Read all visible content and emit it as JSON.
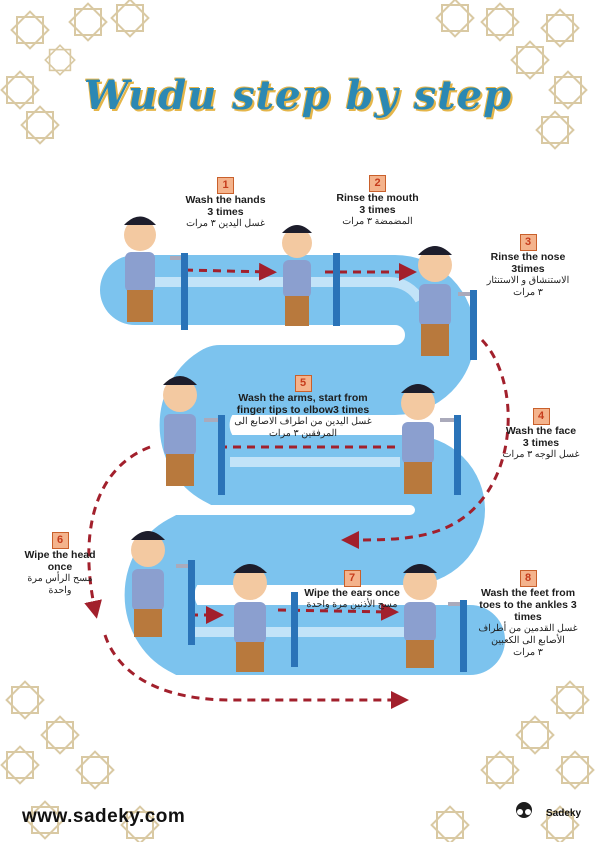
{
  "title": "Wudu step by step",
  "website": "www.sadeky.com",
  "logo_text": "Sadeky",
  "colors": {
    "path": "#7cc3ee",
    "path_light": "#dff1fc",
    "arrows": "#a2202c",
    "title": "#2b88b3",
    "title_outline": "#e5b64a",
    "badge": "#f4b38c",
    "ornament": "#d9c9a3"
  },
  "steps": [
    {
      "number": "1",
      "en": [
        "Wash the hands",
        "3 times"
      ],
      "ar": "غسل اليدين ٣ مرات"
    },
    {
      "number": "2",
      "en": [
        "Rinse the mouth",
        "3 times"
      ],
      "ar": "المضمضة ٣ مرات"
    },
    {
      "number": "3",
      "en": [
        "Rinse the nose",
        "3times"
      ],
      "ar": [
        "الاستنشاق و الاستنثار",
        "٣ مرات"
      ]
    },
    {
      "number": "4",
      "en": [
        "Wash the face",
        "3 times"
      ],
      "ar": "غسل الوجه ٣ مرات"
    },
    {
      "number": "5",
      "en": [
        "Wash the arms, start from",
        "finger tips to elbow3 times"
      ],
      "ar": [
        "غسل اليدين من اطراف الاصابع الى",
        "المرفقين ٣ مرات"
      ]
    },
    {
      "number": "6",
      "en": [
        "Wipe the head",
        "once"
      ],
      "ar": [
        "مسح الرأس مرة",
        "واحدة"
      ]
    },
    {
      "number": "7",
      "en": [
        "Wipe the ears once"
      ],
      "ar": "مسح الأذنين مرة واحدة"
    },
    {
      "number": "8",
      "en": [
        "Wash the feet from",
        "toes to the ankles 3",
        "times"
      ],
      "ar": [
        "غسل القدمين من أطراف",
        "الأصابع الى الكعبين",
        "٣ مرات"
      ]
    }
  ]
}
